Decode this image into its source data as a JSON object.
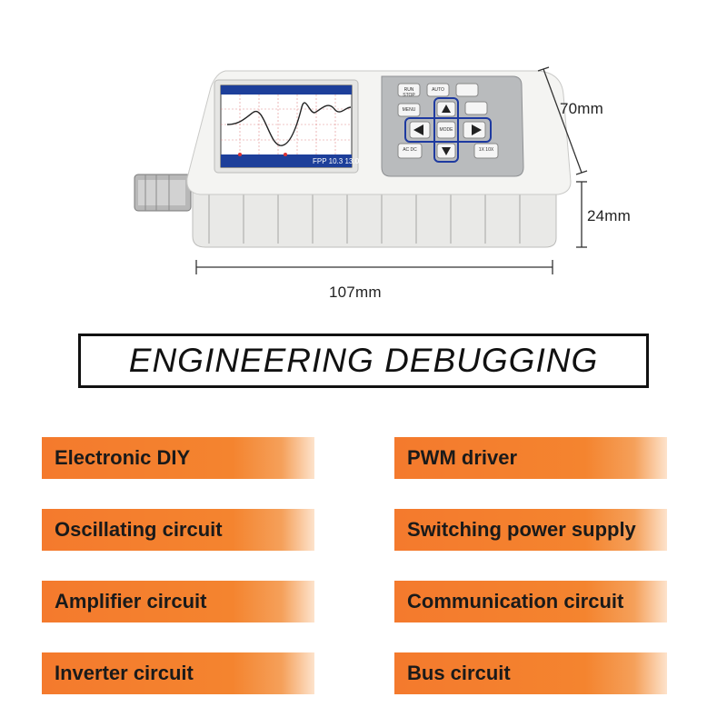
{
  "dimensions": {
    "height": "70mm",
    "depth": "24mm",
    "width": "107mm"
  },
  "device": {
    "screen": {
      "readout_left": "10.3",
      "readout_right": "13.0",
      "readout_small": "FPP"
    },
    "buttons": [
      "RUN STOP",
      "AUTO",
      "MENU",
      "MODE",
      "AC DC",
      "1X 10X"
    ]
  },
  "banner": {
    "title": "ENGINEERING DEBUGGING"
  },
  "applications": {
    "left": [
      "Electronic DIY",
      "Oscillating circuit",
      "Amplifier circuit",
      "Inverter circuit"
    ],
    "right": [
      "PWM driver",
      "Switching power supply",
      "Communication circuit",
      "Bus circuit"
    ]
  },
  "colors": {
    "tag_orange": "#f47a2d",
    "device_white": "#f2f2f0",
    "keypad_gray": "#b9bbbd",
    "key_border_blue": "#1e3aa0"
  }
}
